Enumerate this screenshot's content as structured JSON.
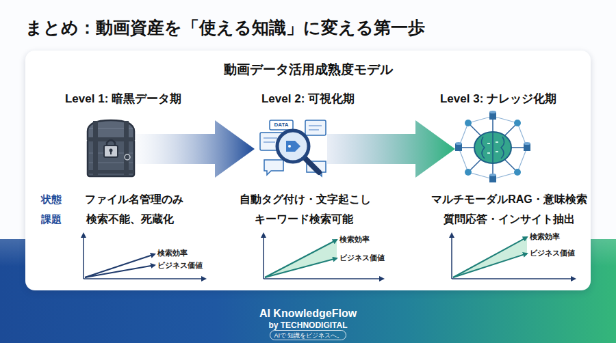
{
  "diagram": {
    "title": "まとめ：動画資産を「使える知識」に変える第一歩",
    "nodes": [
      {
        "text": [
          "動画データ活用成熟度モデル"
        ]
      },
      {
        "text": [
          "Level 1: 暗黒データ期",
          "ファイル名管理のみ",
          "検索不能、死蔵化"
        ],
        "in": 0
      },
      {
        "text": [
          "Level 2: 可視化期",
          "自動タグ付け・文字起こし",
          "キーワード検索可能"
        ],
        "in": 0
      },
      {
        "text": [
          "Level 3: ナレッジ化期",
          "マルチモーダルRAG・意味検索",
          "質問応答・インサイト抽出"
        ],
        "in": 0
      },
      {
        "text": [
          "AIで 知識をビジネスへ。"
        ]
      }
    ],
    "edges": [
      {
        "from": 1,
        "to": 2,
        "arrow": "to"
      },
      {
        "from": 2,
        "to": 3,
        "arrow": "to"
      }
    ],
    "labels": [
      "DATA",
      "状態",
      "課題",
      "検索効率",
      "ビジネス価値",
      "検索効率",
      "ビジネス価値",
      "検索効率",
      "ビジネス価値",
      "AI KnowledgeFlow",
      "by TECHNODIGITAL"
    ]
  }
}
